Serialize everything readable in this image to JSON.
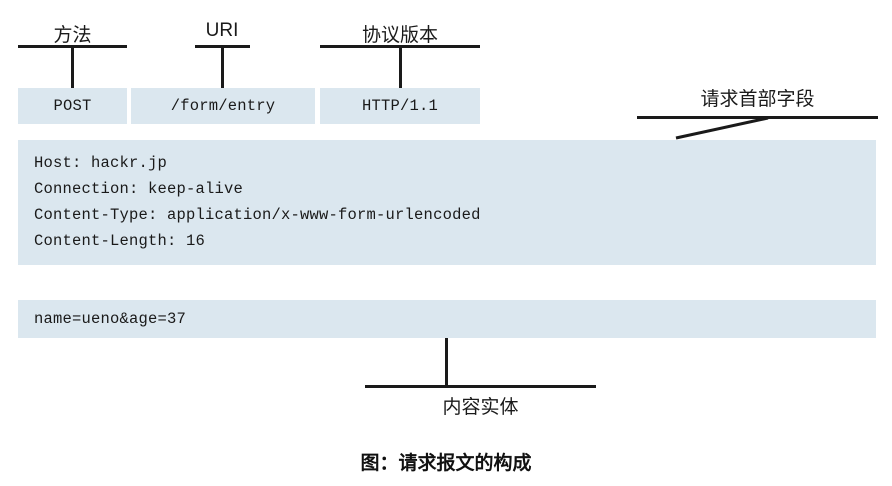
{
  "caption": "图：请求报文的构成",
  "request_line": {
    "parts": [
      {
        "label": "方法",
        "value": "POST"
      },
      {
        "label": "URI",
        "value": "/form/entry"
      },
      {
        "label": "协议版本",
        "value": "HTTP/1.1"
      }
    ]
  },
  "headers": {
    "annotation": "请求首部字段",
    "lines": [
      "Host: hackr.jp",
      "Connection: keep-alive",
      "Content-Type: application/x-www-form-urlencoded",
      "Content-Length: 16"
    ],
    "text": "Host: hackr.jp\nConnection: keep-alive\nContent-Type: application/x-www-form-urlencoded\nContent-Length: 16"
  },
  "body": {
    "annotation": "内容实体",
    "text": "name=ueno&age=37"
  },
  "colors": {
    "block_fill": "#dbe7ef",
    "line": "#1a1a1a",
    "text": "#1a1a1a",
    "page_background": "#ffffff"
  }
}
